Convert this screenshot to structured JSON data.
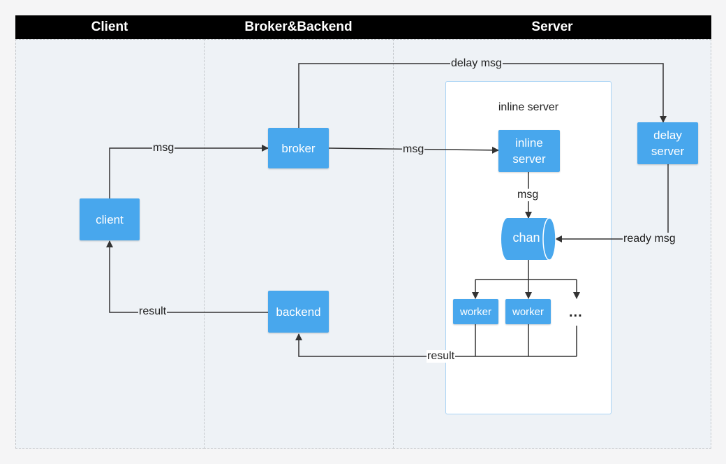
{
  "lanes": {
    "client": "Client",
    "broker_backend": "Broker&Backend",
    "server": "Server"
  },
  "nodes": {
    "client": "client",
    "broker": "broker",
    "backend": "backend",
    "inline_server_line1": "inline",
    "inline_server_line2": "server",
    "delay_server_line1": "delay",
    "delay_server_line2": "server",
    "chan": "chan",
    "worker1": "worker",
    "worker2": "worker",
    "ellipsis": "..."
  },
  "panel": {
    "title": "inline server"
  },
  "edge_labels": {
    "client_to_broker": "msg",
    "broker_to_inline": "msg",
    "inline_to_chan": "msg",
    "delay_msg": "delay msg",
    "ready_msg": "ready msg",
    "backend_to_client": "result",
    "workers_to_backend": "result"
  },
  "colors": {
    "node_fill": "#48a7ed",
    "header_bg": "#000000",
    "lane_bg": "#eef2f6",
    "panel_border": "#a9d3f5"
  }
}
